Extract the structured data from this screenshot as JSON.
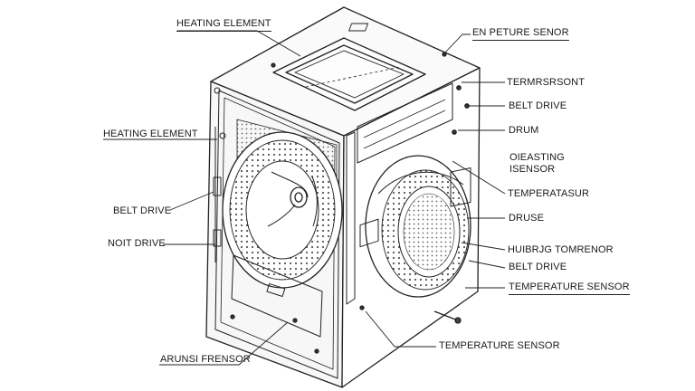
{
  "colors": {
    "line": "#222222",
    "background": "#ffffff",
    "mesh": "#555555"
  },
  "labels": {
    "top_left_heating": "HEATING ELEMENT",
    "left_heating": "HEATING ELEMENT",
    "left_belt": "BELT DRIVE",
    "left_noit": "NOIT DRIVE",
    "bottom_arunsi": "ARUNSI FRENSOR",
    "right_en_peture": "EN PETURE SENOR",
    "right_termsrsont": "TERMRSRSONT",
    "right_belt_top": "BELT DRIVE",
    "right_drum": "DRUM",
    "right_oieasting_1": "OIEASTING",
    "right_oieasting_2": "ISENSOR",
    "right_temperatasur": "TEMPERATASUR",
    "right_druse": "DRUSE",
    "right_huibrig": "HUIBRJG TOMRENOR",
    "right_belt_mid": "BELT DRIVE",
    "right_temperature_sensor": "TEMPERATURE SENSOR",
    "bottom_temperature_sensor": "TEMPERATURE SENSOR"
  }
}
